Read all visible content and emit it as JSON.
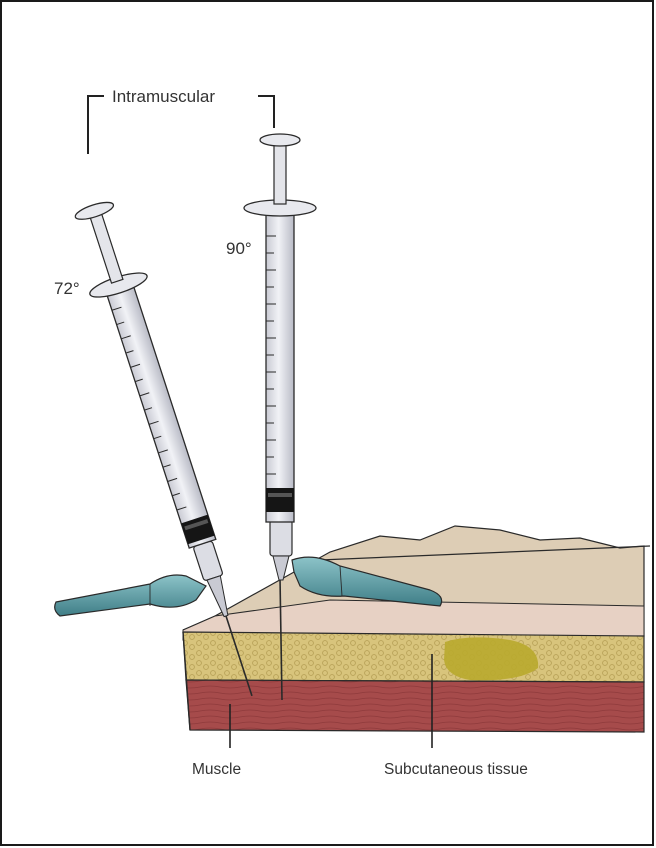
{
  "title": "Intramuscular",
  "angles": {
    "left": "72°",
    "right": "90°"
  },
  "labels": {
    "muscle": "Muscle",
    "subcutaneous": "Subcutaneous tissue"
  },
  "colors": {
    "muscle": "#a5494a",
    "subcutaneous": "#d7c37a",
    "skin": "#ddcbb4",
    "needle_cap": "#5d9ea6",
    "barrel": "#e2e3ea",
    "outline": "#2a2a2a"
  }
}
